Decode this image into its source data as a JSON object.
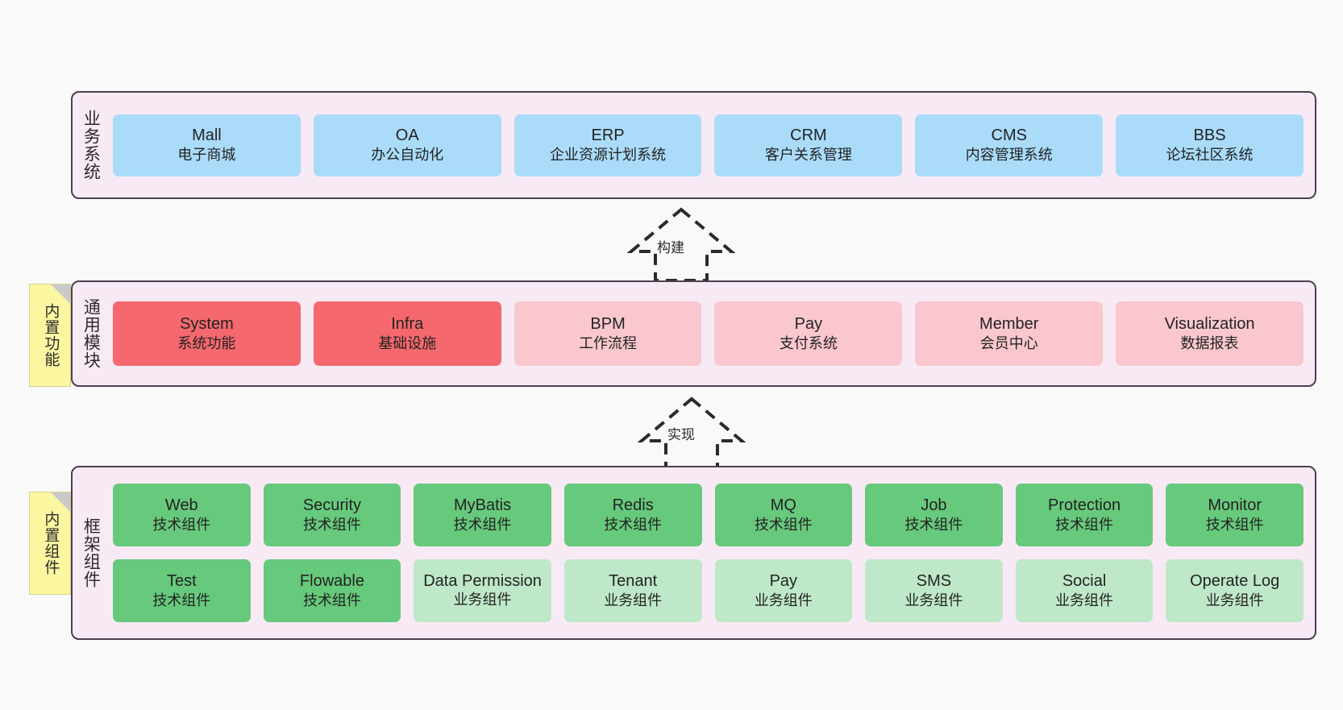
{
  "diagram": {
    "background_color": "#f9f9f9",
    "band_fill": "#f8eaf5",
    "band_border": "#4a4050"
  },
  "notes": [
    {
      "id": "builtin-function",
      "text": "内置功能",
      "color": "#fbf6a0"
    },
    {
      "id": "builtin-component",
      "text": "内置组件",
      "color": "#fbf6a0"
    }
  ],
  "connectors": [
    {
      "id": "build",
      "label": "构建",
      "style": "dashed-hollow-triangle-up"
    },
    {
      "id": "implement",
      "label": "实现",
      "style": "dashed-hollow-triangle-up"
    }
  ],
  "bands": {
    "business": {
      "label": "业务系统",
      "color": "#aadcfa",
      "nodes": [
        {
          "title": "Mall",
          "sub": "电子商城"
        },
        {
          "title": "OA",
          "sub": "办公自动化"
        },
        {
          "title": "ERP",
          "sub": "企业资源计划系统"
        },
        {
          "title": "CRM",
          "sub": "客户关系管理"
        },
        {
          "title": "CMS",
          "sub": "内容管理系统"
        },
        {
          "title": "BBS",
          "sub": "论坛社区系统"
        }
      ]
    },
    "common": {
      "label": "通用模块",
      "colors": {
        "strong": "#f4686e",
        "soft": "#fac7ce"
      },
      "nodes": [
        {
          "title": "System",
          "sub": "系统功能",
          "color": "#f4686e"
        },
        {
          "title": "Infra",
          "sub": "基础设施",
          "color": "#f4686e"
        },
        {
          "title": "BPM",
          "sub": "工作流程",
          "color": "#fac7ce"
        },
        {
          "title": "Pay",
          "sub": "支付系统",
          "color": "#fac7ce"
        },
        {
          "title": "Member",
          "sub": "会员中心",
          "color": "#fac7ce"
        },
        {
          "title": "Visualization",
          "sub": "数据报表",
          "color": "#fac7ce"
        }
      ]
    },
    "framework": {
      "label": "框架组件",
      "colors": {
        "tech": "#67c97c",
        "biz": "#bfe8c8"
      },
      "row_tech": [
        {
          "title": "Web",
          "sub": "技术组件"
        },
        {
          "title": "Security",
          "sub": "技术组件"
        },
        {
          "title": "MyBatis",
          "sub": "技术组件"
        },
        {
          "title": "Redis",
          "sub": "技术组件"
        },
        {
          "title": "MQ",
          "sub": "技术组件"
        },
        {
          "title": "Job",
          "sub": "技术组件"
        },
        {
          "title": "Protection",
          "sub": "技术组件"
        },
        {
          "title": "Monitor",
          "sub": "技术组件"
        }
      ],
      "row_biz": [
        {
          "title": "Test",
          "sub": "技术组件",
          "color": "#67c97c"
        },
        {
          "title": "Flowable",
          "sub": "技术组件",
          "color": "#67c97c"
        },
        {
          "title": "Data Permission",
          "sub": "业务组件",
          "color": "#bfe8c8"
        },
        {
          "title": "Tenant",
          "sub": "业务组件",
          "color": "#bfe8c8"
        },
        {
          "title": "Pay",
          "sub": "业务组件",
          "color": "#bfe8c8"
        },
        {
          "title": "SMS",
          "sub": "业务组件",
          "color": "#bfe8c8"
        },
        {
          "title": "Social",
          "sub": "业务组件",
          "color": "#bfe8c8"
        },
        {
          "title": "Operate Log",
          "sub": "业务组件",
          "color": "#bfe8c8"
        }
      ]
    }
  }
}
